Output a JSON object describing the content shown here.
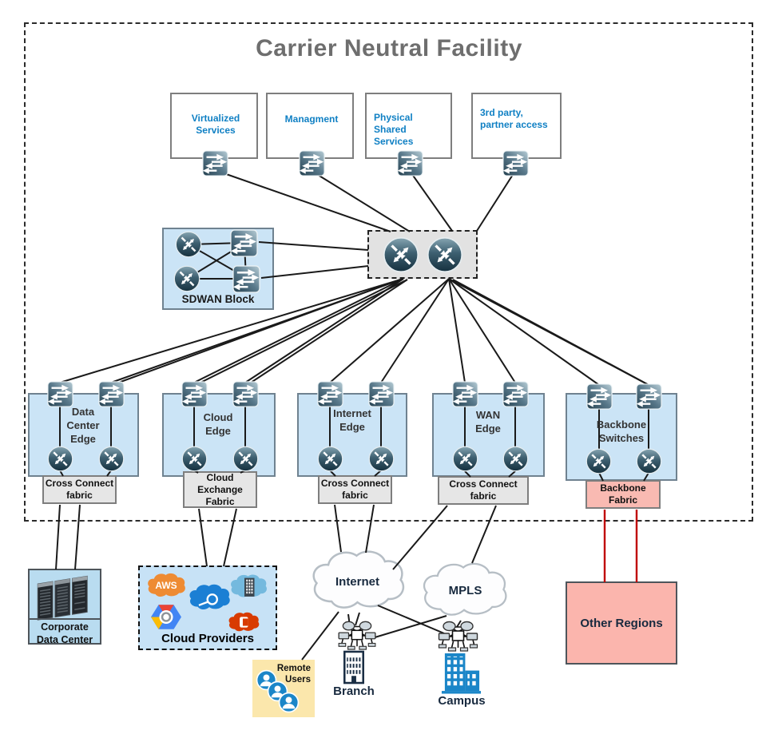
{
  "title": "Carrier Neutral Facility",
  "top_services": [
    {
      "label": "Virtualized Services"
    },
    {
      "label": "Managment"
    },
    {
      "label": "Physical Shared Services"
    },
    {
      "label": "3rd party, partner access"
    }
  ],
  "sdwan": {
    "label": "SDWAN Block"
  },
  "core": {
    "description": "central router pair"
  },
  "edge_blocks": [
    {
      "label": "Data Center Edge",
      "fabric": "Cross Connect fabric"
    },
    {
      "label": "Cloud Edge",
      "fabric": "Cloud Exchange Fabric"
    },
    {
      "label": "Internet Edge",
      "fabric": "Cross Connect fabric"
    },
    {
      "label": "WAN Edge",
      "fabric": "Cross Connect fabric"
    },
    {
      "label": "Backbone Switches",
      "fabric": "Backbone Fabric"
    }
  ],
  "sites": {
    "corporate_dc": {
      "label": "Corporate Data Center"
    },
    "cloud_providers": {
      "label": "Cloud Providers",
      "aws": "AWS"
    },
    "internet": {
      "label": "Internet"
    },
    "mpls": {
      "label": "MPLS"
    },
    "remote_users": {
      "label": "Remote Users"
    },
    "branch": {
      "label": "Branch"
    },
    "campus": {
      "label": "Campus"
    },
    "other_regions": {
      "label": "Other Regions"
    }
  },
  "colors": {
    "block_fill": "#cbe4f6",
    "fabric_fill": "#e6e6e6",
    "backbone_fabric_fill": "#f9bab2",
    "other_regions_fill": "#fbb5ad",
    "remote_users_fill": "#fbe7ac",
    "service_text": "#1080c4",
    "title_text": "#6e6e6e",
    "line": "#1a1a1a",
    "backbone_line": "#c00000"
  }
}
